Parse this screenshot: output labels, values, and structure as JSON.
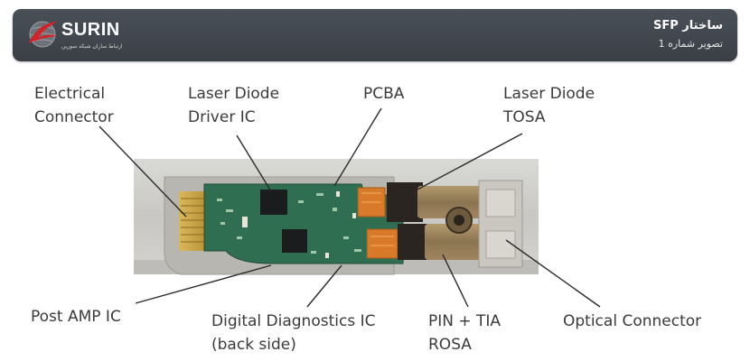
{
  "header": {
    "logo_name": "SURIN",
    "logo_tagline": "ارتباط سازان شبکه سورین",
    "title": "ساختار SFP",
    "subtitle": "تصویر شماره 1",
    "colors": {
      "bar": "#3f444b",
      "logo_red": "#d0242b"
    },
    "logo_icon": "globe-swoosh-icon"
  },
  "labels": {
    "electrical_connector": [
      "Electrical",
      "Connector"
    ],
    "laser_diode_driver": [
      "Laser Diode",
      "Driver IC"
    ],
    "pcba": [
      "PCBA"
    ],
    "laser_diode_tosa": [
      "Laser Diode",
      "TOSA"
    ],
    "post_amp": [
      "Post AMP IC"
    ],
    "digital_diagnostics": [
      "Digital Diagnostics IC",
      "(back side)"
    ],
    "pin_tia": [
      "PIN + TIA",
      "ROSA"
    ],
    "optical_connector": [
      "Optical Connector"
    ]
  }
}
